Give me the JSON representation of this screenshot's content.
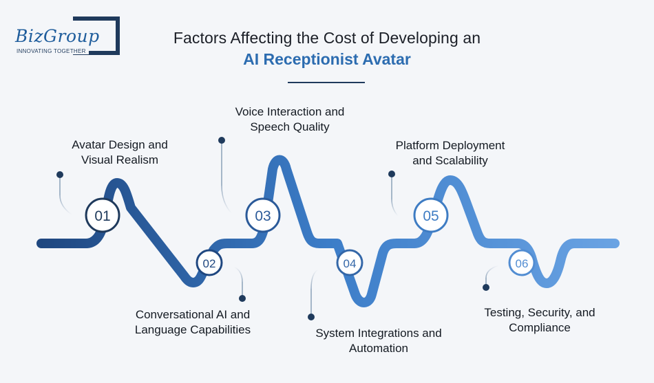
{
  "brand": {
    "name": "BizGroup",
    "tagline": "INNOVATING TOGETHER"
  },
  "header": {
    "title_line1": "Factors Affecting the Cost of Developing an",
    "title_line2": "AI Receptionist Avatar"
  },
  "colors": {
    "dark_navy": "#1f3a5c",
    "accent_blue": "#2c6cb0",
    "wave_start": "#1f4780",
    "wave_end": "#6aa3e3",
    "background": "#f4f6f9"
  },
  "factors": [
    {
      "number": "01",
      "line1": "Avatar Design and",
      "line2": "Visual Realism"
    },
    {
      "number": "02",
      "line1": "Conversational AI and",
      "line2": "Language Capabilities"
    },
    {
      "number": "03",
      "line1": "Voice Interaction and",
      "line2": "Speech Quality"
    },
    {
      "number": "04",
      "line1": "System Integrations and",
      "line2": "Automation"
    },
    {
      "number": "05",
      "line1": "Platform Deployment",
      "line2": "and Scalability"
    },
    {
      "number": "06",
      "line1": "Testing, Security, and",
      "line2": "Compliance"
    }
  ]
}
